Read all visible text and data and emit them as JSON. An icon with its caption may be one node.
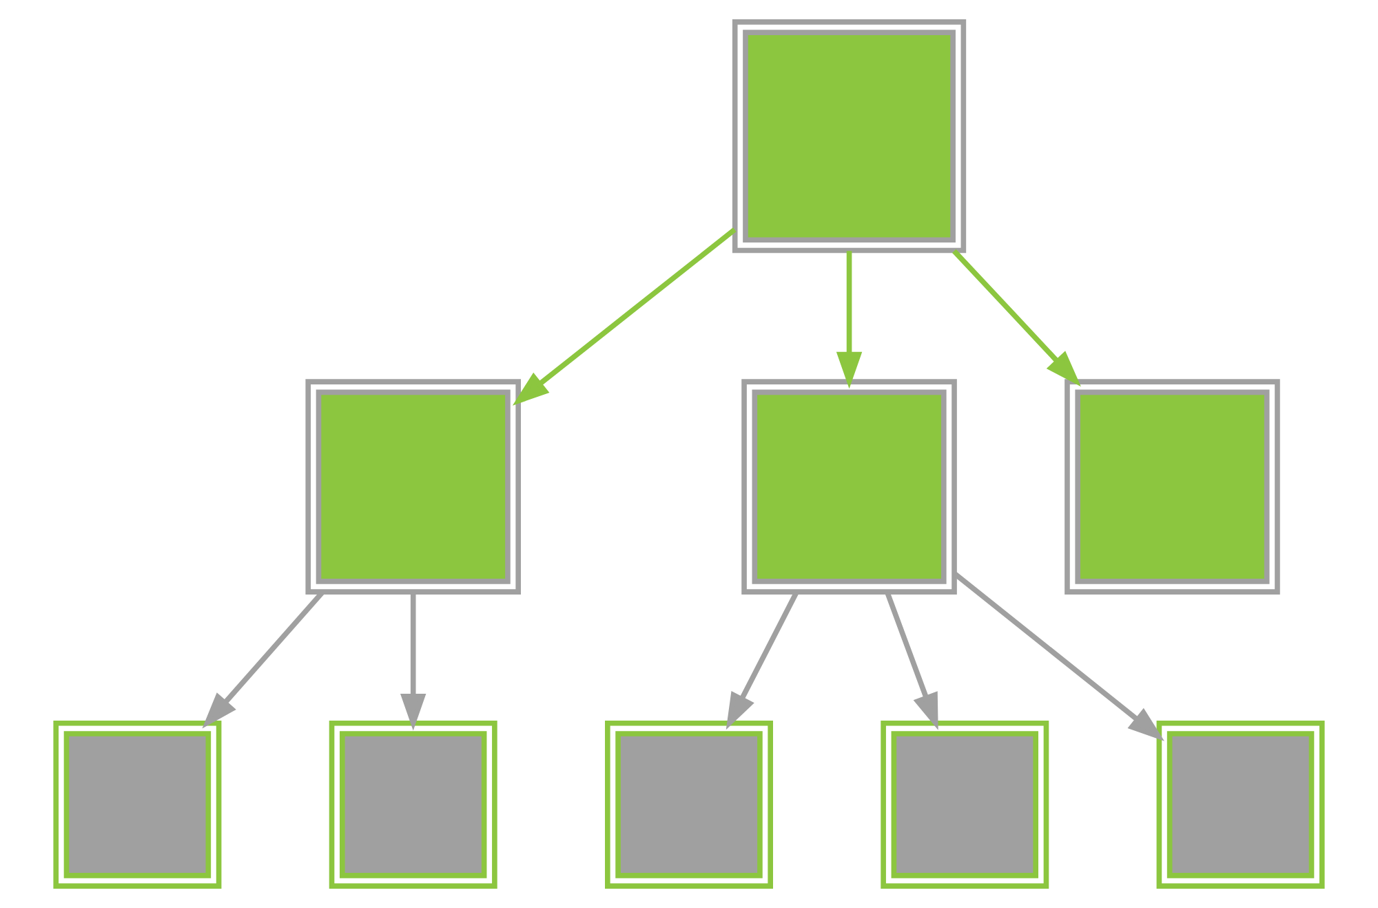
{
  "diagram": {
    "nodes": [
      {
        "text": [],
        "shape": "person"
      },
      {
        "text": [],
        "shape": "person"
      },
      {
        "text": [],
        "shape": "person"
      },
      {
        "text": [],
        "shape": "person"
      },
      {
        "text": [],
        "shape": "person"
      },
      {
        "text": [],
        "shape": "person"
      },
      {
        "text": [],
        "shape": "person"
      },
      {
        "text": [],
        "shape": "person"
      },
      {
        "text": [],
        "shape": "person"
      }
    ],
    "edges": [
      {
        "from": 0,
        "to": 1,
        "arrow": "to",
        "color": "#8cc63f"
      },
      {
        "from": 0,
        "to": 2,
        "arrow": "to",
        "color": "#8cc63f"
      },
      {
        "from": 0,
        "to": 3,
        "arrow": "to",
        "color": "#8cc63f"
      },
      {
        "from": 1,
        "to": 4,
        "arrow": "to"
      },
      {
        "from": 1,
        "to": 5,
        "arrow": "to"
      },
      {
        "from": 2,
        "to": 6,
        "arrow": "to"
      },
      {
        "from": 2,
        "to": 7,
        "arrow": "to"
      },
      {
        "from": 2,
        "to": 8,
        "arrow": "to"
      }
    ]
  }
}
